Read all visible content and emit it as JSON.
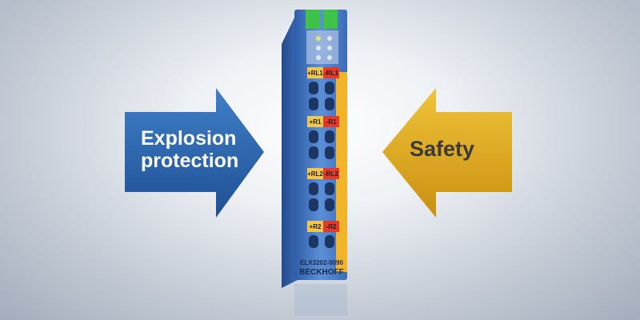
{
  "arrows": {
    "left": {
      "line1": "Explosion",
      "line2": "protection",
      "color": "#2d63a8"
    },
    "right": {
      "label": "Safety",
      "color": "#e1ad1f"
    }
  },
  "module": {
    "model": "ELX3202-0090",
    "brand": "BECKHOFF",
    "body_color": "#4b7cc6",
    "terminals": [
      {
        "left": "+RL1",
        "right": "-RL1"
      },
      {
        "left": "+R1",
        "right": "-R1"
      },
      {
        "left": "+RL2",
        "right": "-RL2"
      },
      {
        "left": "+R2",
        "right": "-R2"
      }
    ]
  }
}
